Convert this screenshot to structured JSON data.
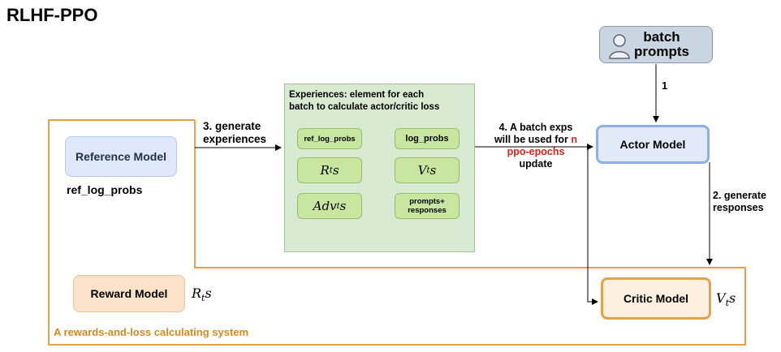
{
  "title": "RLHF-PPO",
  "nodes": {
    "reference_model": "Reference Model",
    "reward_model": "Reward Model",
    "actor_model": "Actor Model",
    "critic_model": "Critic Model",
    "batch_prompts_line1": "batch",
    "batch_prompts_line2": "prompts"
  },
  "experiences": {
    "title_line1": "Experiences: element for each",
    "title_line2": "batch to calculate actor/critic loss",
    "ref_log_probs": "ref_log_probs",
    "log_probs": "log_probs",
    "rts": "R",
    "rts_sub": "t",
    "rts_tail": " s",
    "vts": "V",
    "vts_sub": "t",
    "vts_tail": " s",
    "advts": "Adv",
    "advts_sub": "t",
    "advts_tail": " s",
    "prompts_line1": "prompts+",
    "prompts_line2": "responses"
  },
  "labels": {
    "ref_log_probs": "ref_log_probs",
    "generate_exp_line1": "3. generate",
    "generate_exp_line2": "experiences",
    "batch_exps_line1": "4. A batch exps",
    "batch_exps_line2a": "will be used for ",
    "batch_exps_line2b": "n",
    "batch_exps_line3": "ppo-epochs",
    "batch_exps_line4": "update",
    "step1": "1",
    "generate_resp_line1": "2. generate",
    "generate_resp_line2": "responses",
    "reward_rts": "R",
    "reward_rts_sub": "t",
    "reward_rts_tail": "s",
    "critic_vts": "V",
    "critic_vts_sub": "t",
    "critic_vts_tail": "s",
    "system": "A rewards-and-loss calculating system"
  },
  "colors": {
    "orange": "#e0a24c",
    "green": "#d9ead3",
    "red": "#d62318",
    "blue": "#8dafe8"
  }
}
